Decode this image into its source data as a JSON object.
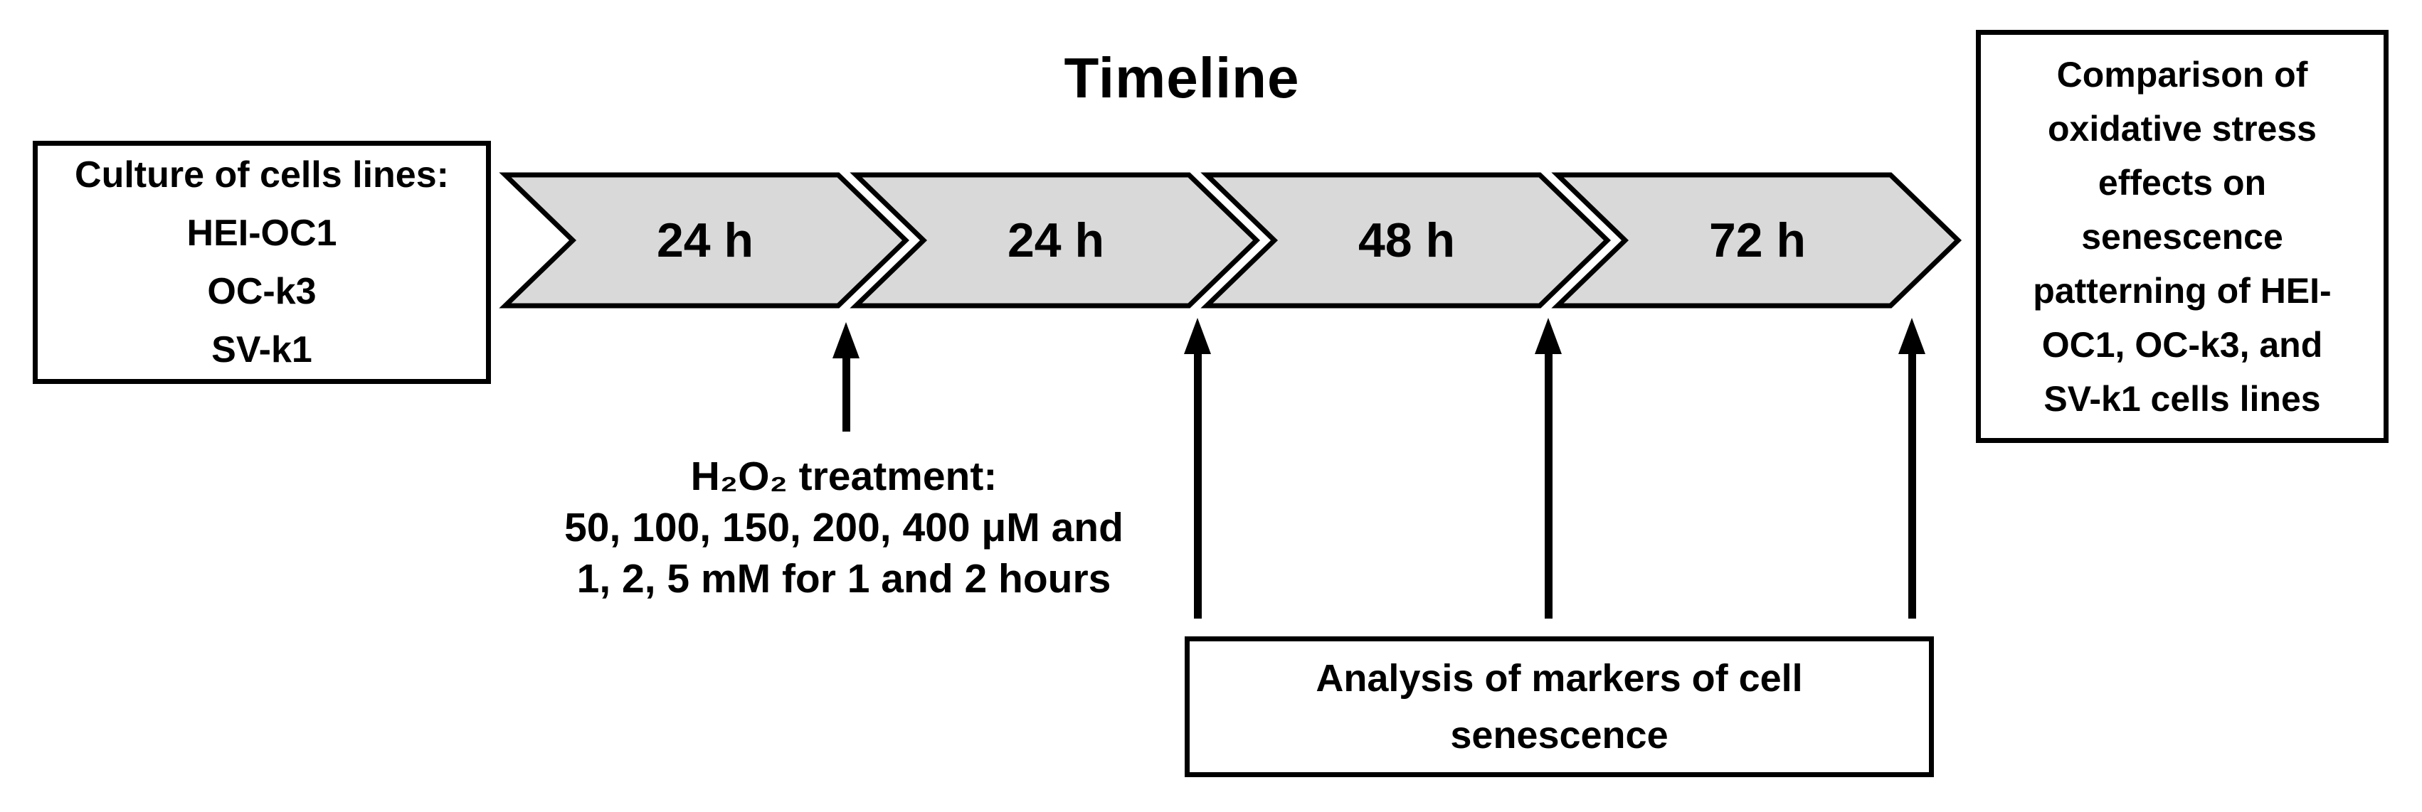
{
  "title": "Timeline",
  "colors": {
    "background": "#ffffff",
    "chevron_fill": "#d9d9d9",
    "stroke": "#000000",
    "text": "#000000"
  },
  "left_box": {
    "lines": [
      "Culture of cells lines:",
      "HEI-OC1",
      "OC-k3",
      "SV-k1"
    ]
  },
  "chevrons": [
    {
      "label": "24 h"
    },
    {
      "label": "24 h"
    },
    {
      "label": "48 h"
    },
    {
      "label": "72 h"
    }
  ],
  "h2o2_note": {
    "lines": [
      "H₂O₂ treatment:",
      "50, 100, 150, 200, 400 μM and",
      "1, 2, 5 mM for 1 and 2 hours"
    ]
  },
  "analysis_box": {
    "lines": [
      "Analysis of markers of cell",
      "senescence"
    ]
  },
  "right_box": {
    "lines": [
      "Comparison of",
      "oxidative stress",
      "effects on",
      "senescence",
      "patterning of HEI-",
      "OC1, OC-k3, and",
      "SV-k1 cells lines"
    ]
  }
}
